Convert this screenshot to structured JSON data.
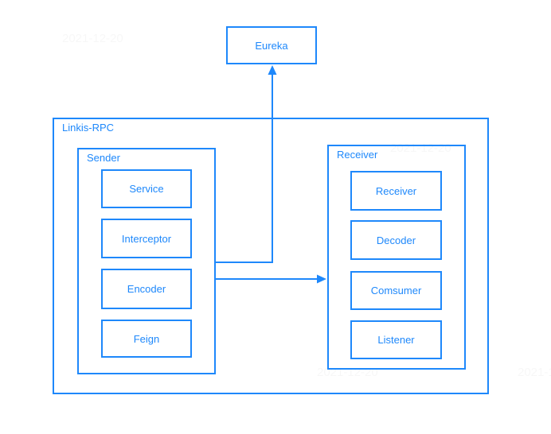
{
  "diagram": {
    "accent_color": "#1E88FB",
    "background_color": "#ffffff",
    "eureka": {
      "label": "Eureka"
    },
    "outer": {
      "label": "Linkis-RPC"
    },
    "sender": {
      "label": "Sender",
      "items": [
        {
          "label": "Service"
        },
        {
          "label": "Interceptor"
        },
        {
          "label": "Encoder"
        },
        {
          "label": "Feign"
        }
      ]
    },
    "receiver": {
      "label": "Receiver",
      "items": [
        {
          "label": "Receiver"
        },
        {
          "label": "Decoder"
        },
        {
          "label": "Comsumer"
        },
        {
          "label": "Listener"
        }
      ]
    },
    "connectors": [
      {
        "name": "sender-to-eureka",
        "direction": "up"
      },
      {
        "name": "sender-to-receiver",
        "direction": "right"
      }
    ],
    "watermark": {
      "text": "2021-12-20"
    }
  }
}
